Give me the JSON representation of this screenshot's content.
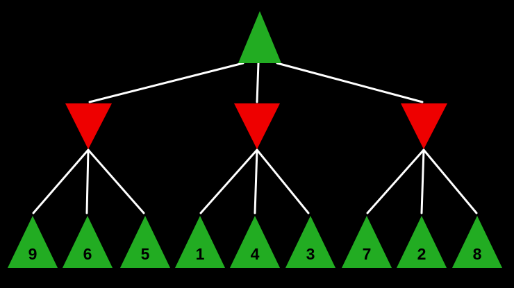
{
  "diagram": {
    "kind": "minimax-game-tree",
    "background_color": "#000000",
    "colors": {
      "max_node_fill": "#22ac22",
      "min_node_fill": "#ee0000",
      "edge_stroke": "#ffffff",
      "leaf_text": "#000000"
    },
    "root": {
      "node_type": "max",
      "shape": "triangle-up"
    },
    "min_nodes": [
      {
        "node_type": "min",
        "shape": "triangle-down"
      },
      {
        "node_type": "min",
        "shape": "triangle-down"
      },
      {
        "node_type": "min",
        "shape": "triangle-down"
      }
    ],
    "leaves": {
      "shape": "triangle-up",
      "values": [
        "9",
        "6",
        "5",
        "1",
        "4",
        "3",
        "7",
        "2",
        "8"
      ]
    }
  }
}
